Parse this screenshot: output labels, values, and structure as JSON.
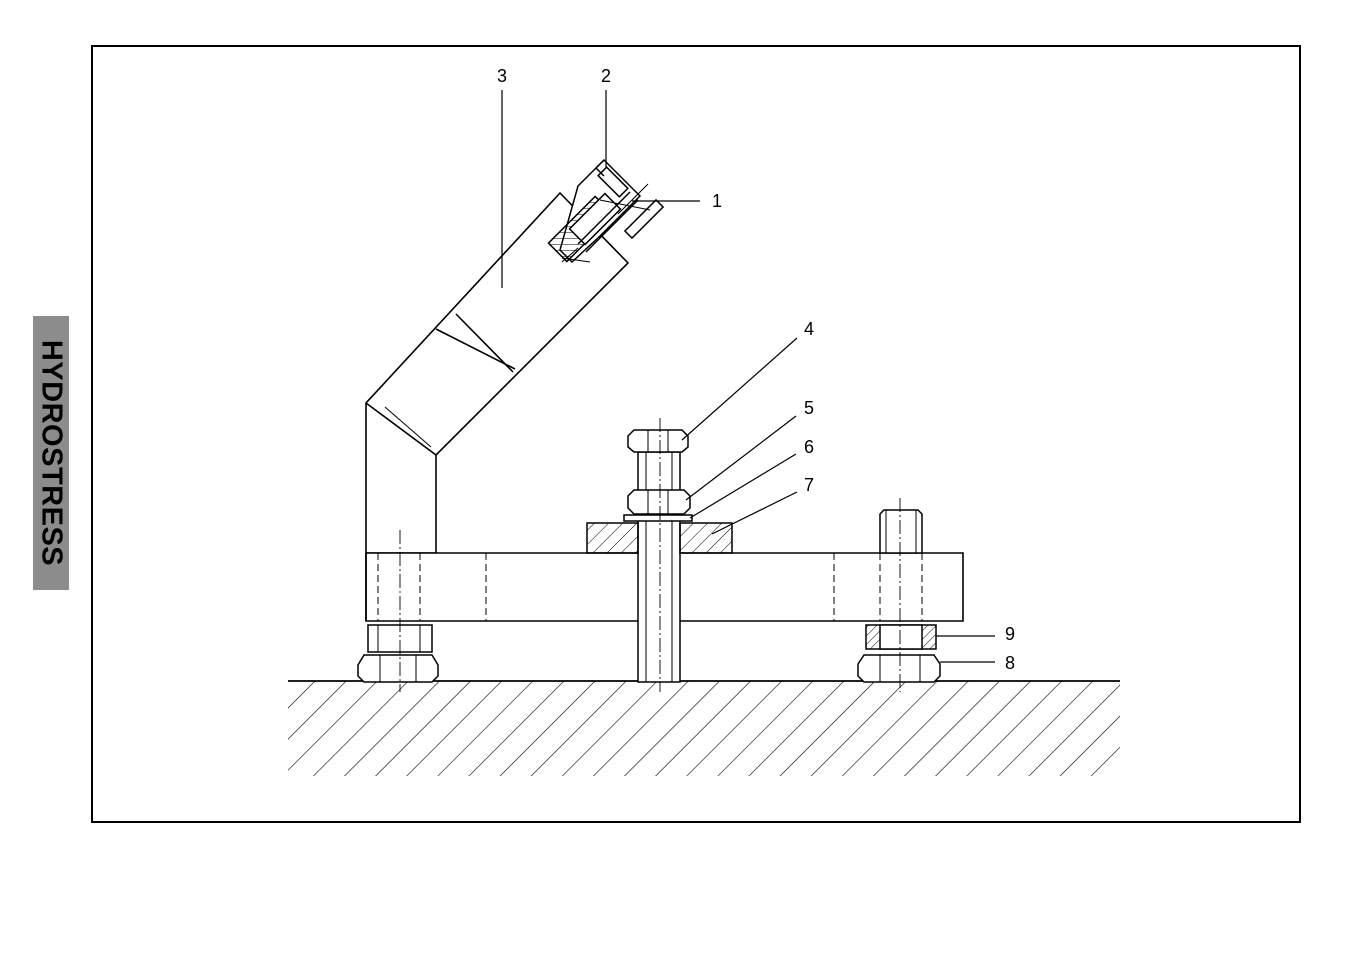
{
  "brand": {
    "text": "HYDROSTRESS"
  },
  "callouts": {
    "c1": "1",
    "c2": "2",
    "c3": "3",
    "c4": "4",
    "c5": "5",
    "c6": "6",
    "c7": "7",
    "c8": "8",
    "c9": "9"
  },
  "colors": {
    "line": "#000000",
    "brand_tab": "#8c8c8c",
    "background": "#ffffff"
  }
}
